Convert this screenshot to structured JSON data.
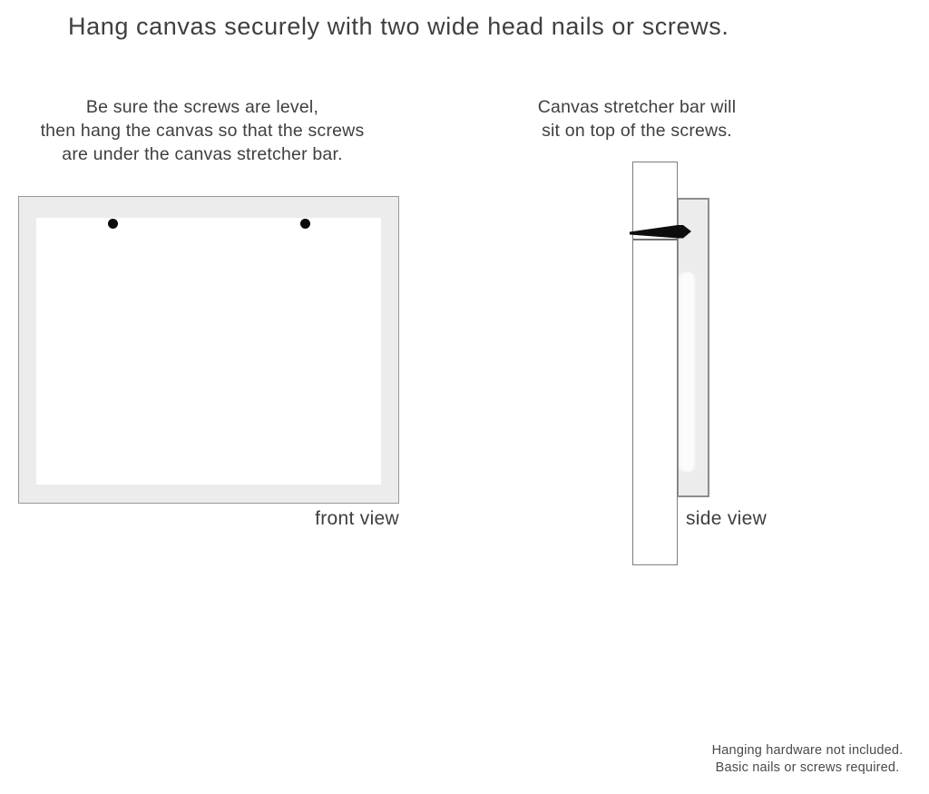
{
  "title": "Hang canvas securely with two wide head nails or screws.",
  "instructions": {
    "front": {
      "lines": [
        "Be sure the screws are level,",
        "then hang the canvas so that the screws",
        "are under the canvas stretcher bar."
      ]
    },
    "side": {
      "lines": [
        "Canvas stretcher bar will",
        "sit on top of the screws."
      ]
    }
  },
  "labels": {
    "front_view": "front view",
    "side_view": "side view"
  },
  "footnote": {
    "lines": [
      "Hanging hardware not included.",
      "Basic nails or screws required."
    ]
  },
  "icons": {
    "screw_left": "screw-dot",
    "screw_right": "screw-dot",
    "nail": "nail-side-icon"
  },
  "colors": {
    "canvas_gray": "#ececec",
    "line_gray": "#8d8d8d",
    "text_dark": "#3f3f3f",
    "footnote_gray": "#4a4a4a",
    "nail_black": "#0d0d0d",
    "dot_black": "#0a0a0a"
  }
}
